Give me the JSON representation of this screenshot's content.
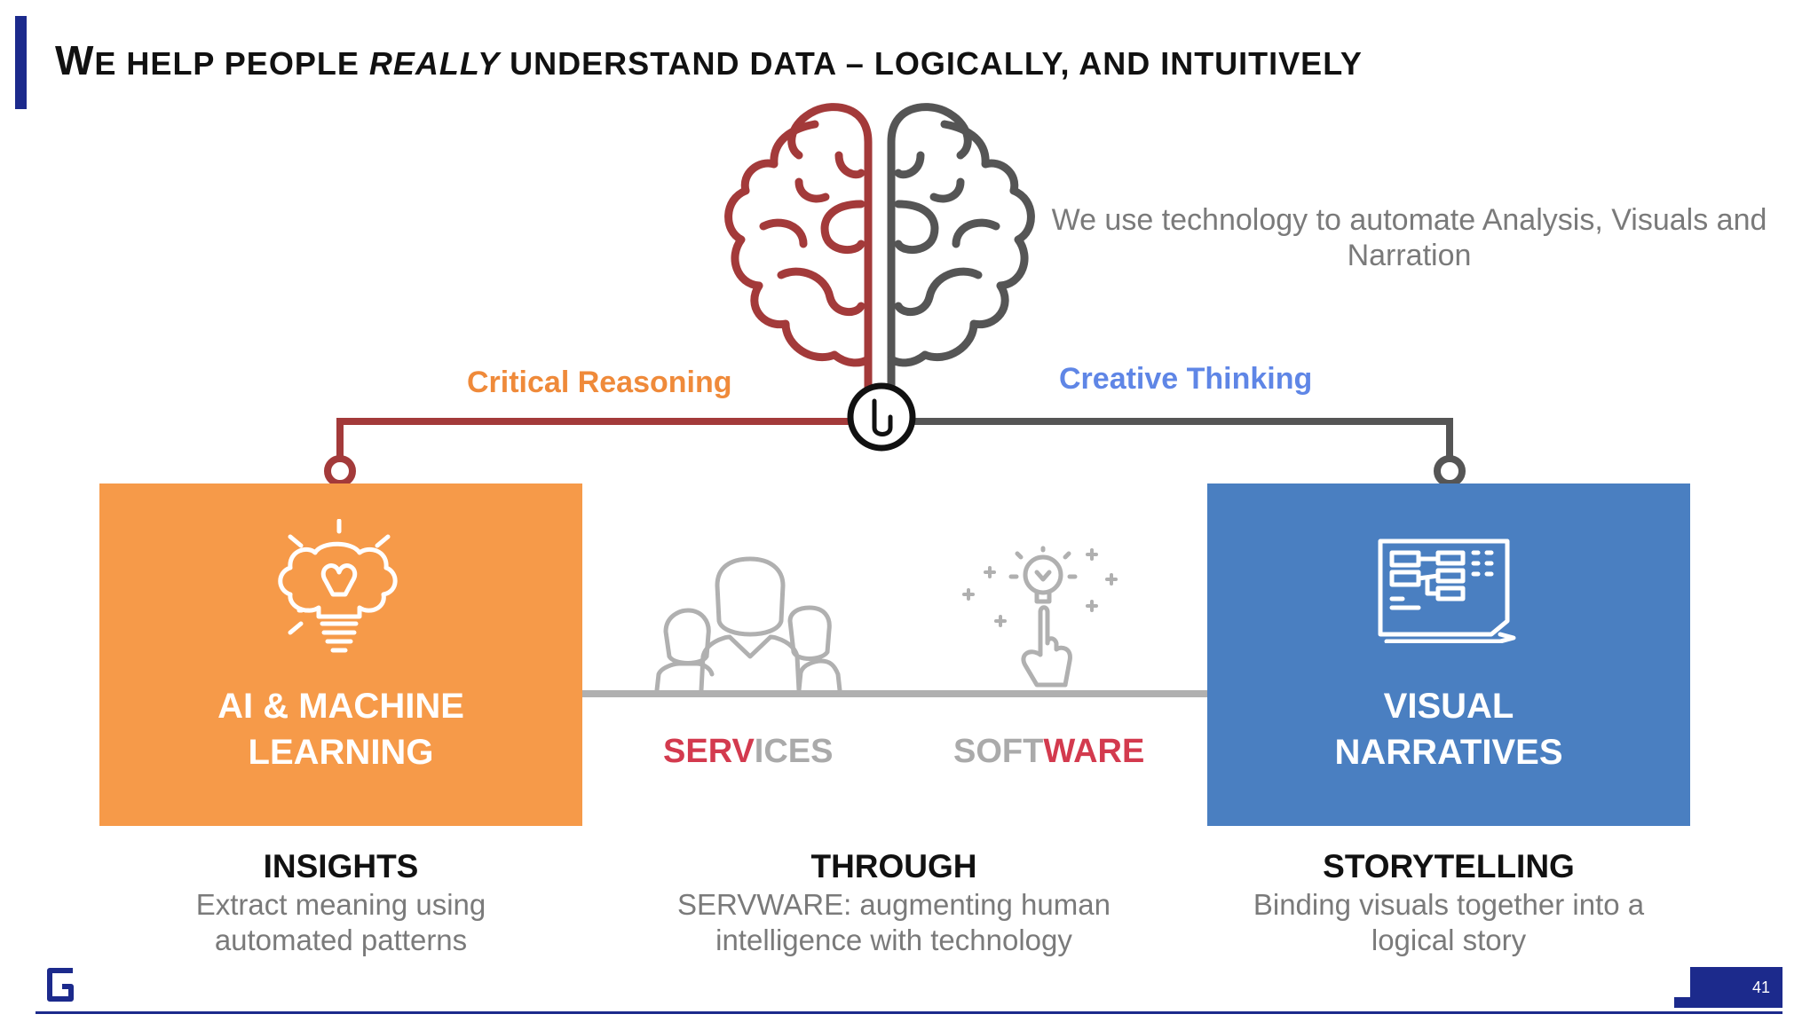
{
  "title": {
    "part1_big": "W",
    "part1_small": "E HELP PEOPLE ",
    "emphasis": "REALLY",
    "part2": " UNDERSTAND DATA – LOGICALLY, AND INTUITIVELY"
  },
  "tagline": "We use technology to automate Analysis, Visuals and Narration",
  "connectors": {
    "left_label": "Critical Reasoning",
    "right_label": "Creative Thinking"
  },
  "boxes": {
    "left": {
      "line1": "AI & MACHINE",
      "line2": "LEARNING",
      "color": "#f69a49",
      "icon": "lightbulb-brain-icon"
    },
    "right": {
      "line1": "VISUAL",
      "line2": "NARRATIVES",
      "color": "#4a7fc1",
      "icon": "presentation-board-icon"
    }
  },
  "middle": {
    "services_red": "SERV",
    "services_gray": "ICES",
    "software_gray": "SOFT",
    "software_red": "WARE",
    "services_icon": "people-group-icon",
    "software_icon": "finger-idea-icon"
  },
  "captions": [
    {
      "heading": "INSIGHTS",
      "line1": "Extract meaning using",
      "line2": "automated patterns"
    },
    {
      "heading": "THROUGH",
      "line1": "SERVWARE: augmenting human",
      "line2": "intelligence with technology"
    },
    {
      "heading": "STORYTELLING",
      "line1": "Binding visuals together into a",
      "line2": "logical story"
    }
  ],
  "footer": {
    "page_number": "41",
    "logo": "G",
    "accent_color": "#1c2a8c"
  },
  "colors": {
    "red_brain": "#a33a3a",
    "gray_brain": "#555555",
    "accent_red": "#d33a4e"
  }
}
